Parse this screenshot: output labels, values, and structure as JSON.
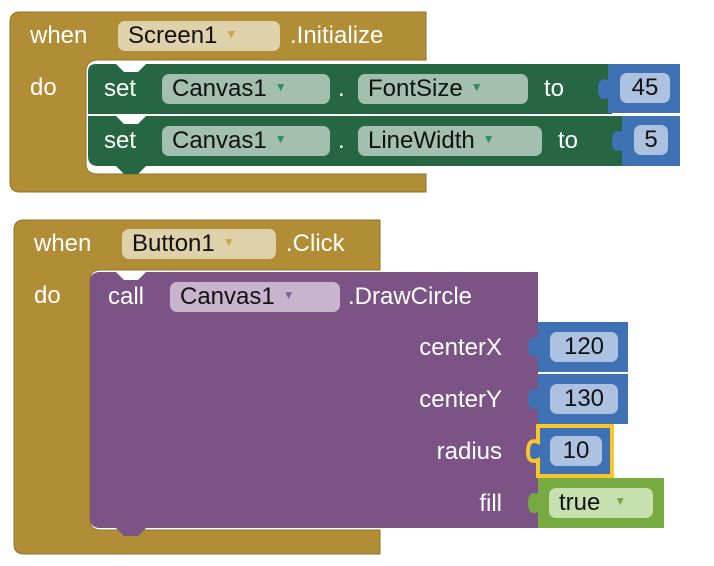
{
  "blocks": [
    {
      "type": "event",
      "when_label": "when",
      "component": "Screen1",
      "event": ".Initialize",
      "do_label": "do",
      "statements": [
        {
          "keyword": "set",
          "component": "Canvas1",
          "dot": ".",
          "property": "FontSize",
          "to_label": "to",
          "value": "45"
        },
        {
          "keyword": "set",
          "component": "Canvas1",
          "dot": ".",
          "property": "LineWidth",
          "to_label": "to",
          "value": "5"
        }
      ]
    },
    {
      "type": "event",
      "when_label": "when",
      "component": "Button1",
      "event": ".Click",
      "do_label": "do",
      "call": {
        "keyword": "call",
        "component": "Canvas1",
        "method": ".DrawCircle",
        "args": [
          {
            "name": "centerX",
            "value": "120"
          },
          {
            "name": "centerY",
            "value": "130"
          },
          {
            "name": "radius",
            "value": "10",
            "selected": true
          },
          {
            "name": "fill",
            "value": "true"
          }
        ]
      }
    }
  ],
  "dropdown_arrow": "▼",
  "colors": {
    "event": "#b18e35",
    "event_field": "#dfd1a9",
    "setter": "#266643",
    "setter_field": "#a2bfaf",
    "math": "#3f71b5",
    "math_field": "#adc1e0",
    "call": "#7c5385",
    "call_field": "#c8b4cd",
    "logic": "#77ab41",
    "logic_field": "#c6e0b0",
    "selection": "#fbc52d"
  }
}
